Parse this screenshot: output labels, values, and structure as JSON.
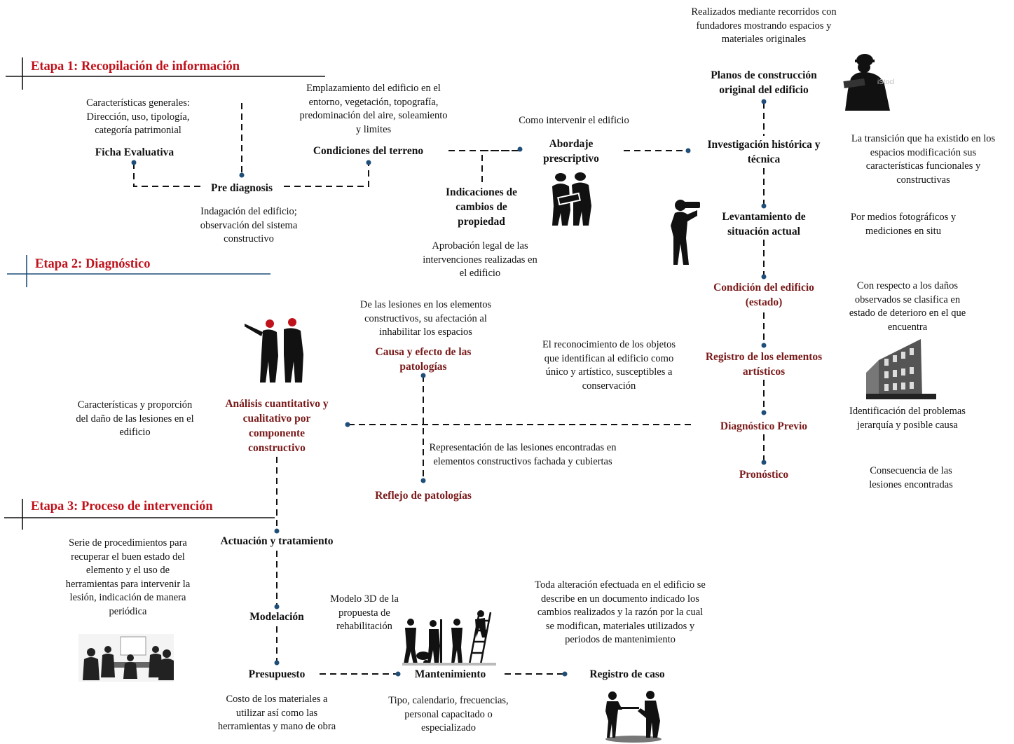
{
  "stages": {
    "s1": "Etapa 1: Recopilación de información",
    "s2": "Etapa 2: Diagnóstico",
    "s3": "Etapa 3: Proceso de intervención"
  },
  "nodes": {
    "ficha": "Ficha Evaluativa",
    "prediag": "Pre diagnosis",
    "terreno": "Condiciones del terreno",
    "indicaciones": "Indicaciones de\ncambios de\npropiedad",
    "abordaje": "Abordaje\nprescriptivo",
    "planos": "Planos de construcción\noriginal del edificio",
    "investigacion": "Investigación histórica y\ntécnica",
    "levantamiento": "Levantamiento de\nsituación actual",
    "condicion": "Condición del edificio\n(estado)",
    "registro_art": "Registro de los elementos\nartísticos",
    "diag_previo": "Diagnóstico Previo",
    "pronostico": "Pronóstico",
    "causa": "Causa y efecto de las\npatologías",
    "analisis": "Análisis cuantitativo y\ncualitativo por\ncomponente\nconstructivo",
    "reflejo": "Reflejo de patologías",
    "actuacion": "Actuación y tratamiento",
    "modelacion": "Modelación",
    "presupuesto": "Presupuesto",
    "mantenimiento": "Mantenimiento",
    "registro_caso": "Registro de caso"
  },
  "notes": {
    "caracteristicas": "Características generales:\nDirección, uso, tipología,\ncategoría patrimonial",
    "indagacion": "Indagación del edificio;\nobservación del sistema\nconstructivo",
    "emplazamiento": "Emplazamiento del edificio en el\nentorno, vegetación, topografía,\npredominación del aire, soleamiento\ny limites",
    "como_intervenir": "Como intervenir el edificio",
    "aprobacion": "Aprobación legal de las\nintervenciones realizadas en\nel edificio",
    "recorridos": "Realizados mediante recorridos con\nfundadores mostrando espacios y\nmateriales originales",
    "transicion": "La transición que ha existido en los\nespacios modificación sus\ncaracterísticas funcionales y\nconstructivas",
    "fotograficos": "Por medios fotográficos y\nmediciones en situ",
    "danos": "Con respecto a los daños\nobservados se clasifica en\nestado de deterioro en el que\nencuentra",
    "reconocimiento": "El reconocimiento de los objetos\nque identifican al edificio como\núnico y artístico, susceptibles a\nconservación",
    "identificacion": "Identificación del problemas\njerarquía y posible causa",
    "consecuencia": "Consecuencia de las\nlesiones encontradas",
    "lesiones": "De las lesiones en los elementos\nconstructivos, su afectación al\ninhabilitar los espacios",
    "proporcion": "Características y proporción\ndel daño de las lesiones en el\nedificio",
    "representacion": "Representación de las lesiones encontradas en\nelementos constructivos fachada y cubiertas",
    "procedimientos": "Serie de procedimientos para\nrecuperar el buen estado del\nelemento y el uso de\nherramientas para intervenir la\nlesión, indicación de manera\nperiódica",
    "modelo3d": "Modelo 3D de la\npropuesta de\nrehabilitación",
    "alteracion": "Toda alteración efectuada en el edificio se\ndescribe en un documento indicado los\ncambios realizados y la razón por la cual\nse modifican, materiales utilizados y\nperiodos de mantenimiento",
    "costo": "Costo de los materiales a\nutilizar así como las\nherramientas y mano de obra",
    "tipo": "Tipo, calendario, frecuencias,\npersonal capacitado o\nespecializado"
  },
  "watermark": "iStock",
  "colors": {
    "stage_red": "#c0121b",
    "node_red": "#7a1a1a",
    "dot": "#1f4e79",
    "stage2_line": "#1f4e79"
  }
}
